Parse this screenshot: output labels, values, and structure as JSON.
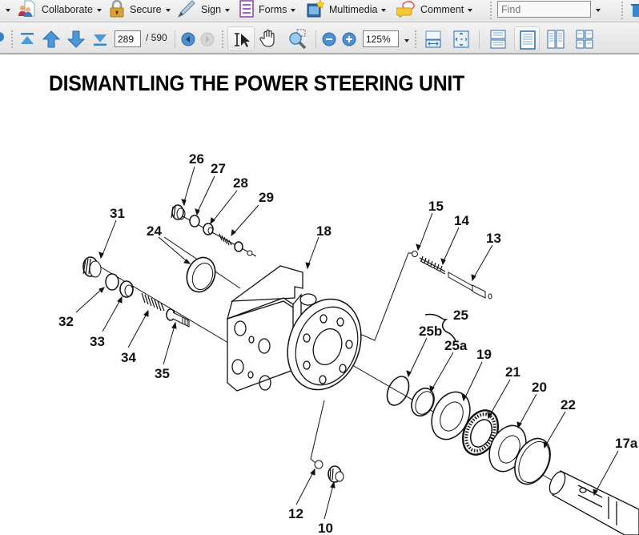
{
  "toolbar_top": {
    "items": [
      {
        "label": "Collaborate",
        "icon": "collaborate-icon"
      },
      {
        "label": "Secure",
        "icon": "lock-icon"
      },
      {
        "label": "Sign",
        "icon": "pen-icon"
      },
      {
        "label": "Forms",
        "icon": "forms-icon"
      },
      {
        "label": "Multimedia",
        "icon": "multimedia-icon"
      },
      {
        "label": "Comment",
        "icon": "comment-icon"
      }
    ],
    "find_placeholder": "Find"
  },
  "toolbar_nav": {
    "current_page": "289",
    "page_total": "/ 590",
    "zoom_level": "125%"
  },
  "document": {
    "title": "DISMANTLING THE POWER STEERING UNIT",
    "callouts": [
      "26",
      "27",
      "28",
      "29",
      "31",
      "24",
      "18",
      "15",
      "14",
      "13",
      "32",
      "33",
      "34",
      "35",
      "25",
      "25b",
      "25a",
      "19",
      "21",
      "20",
      "22",
      "17a",
      "12",
      "10"
    ]
  },
  "colors": {
    "toolbar_bg": "#e8e8e8",
    "icon_blue": "#3a85c9",
    "text": "#111111"
  }
}
